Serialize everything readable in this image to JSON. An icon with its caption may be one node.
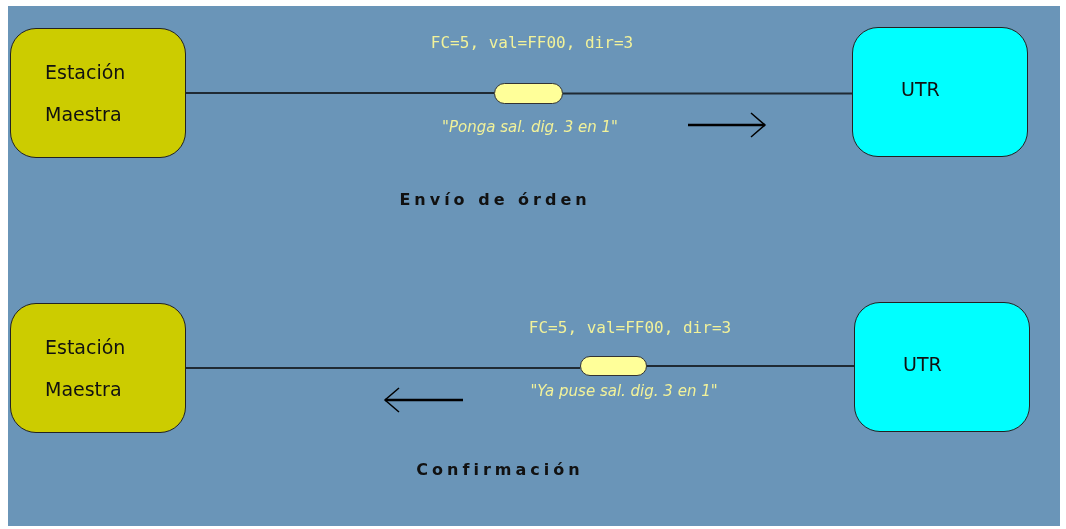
{
  "diagram": {
    "nodes": [
      {
        "text": [
          "Estación Maestra"
        ]
      },
      {
        "text": [
          "UTR"
        ]
      },
      {
        "text": [],
        "shape": "capsule",
        "beside": [
          "FC=5, val=FF00, dir=3",
          "\"Ponga sal. dig. 3 en 1\""
        ]
      },
      {
        "text": [
          "Estación Maestra"
        ]
      },
      {
        "text": [
          "UTR"
        ]
      },
      {
        "text": [],
        "shape": "capsule",
        "beside": [
          "FC=5, val=FF00, dir=3",
          "\"Ya puse sal. dig. 3 en 1\""
        ]
      }
    ],
    "edges": [
      {
        "from": 0,
        "to": 2,
        "arrow": "none"
      },
      {
        "from": 2,
        "to": 1,
        "arrow": "none"
      },
      {
        "from": 3,
        "to": 5,
        "arrow": "none"
      },
      {
        "from": 5,
        "to": 4,
        "arrow": "none"
      }
    ],
    "labels": [
      "Envío de órden",
      "Confirmación"
    ]
  }
}
